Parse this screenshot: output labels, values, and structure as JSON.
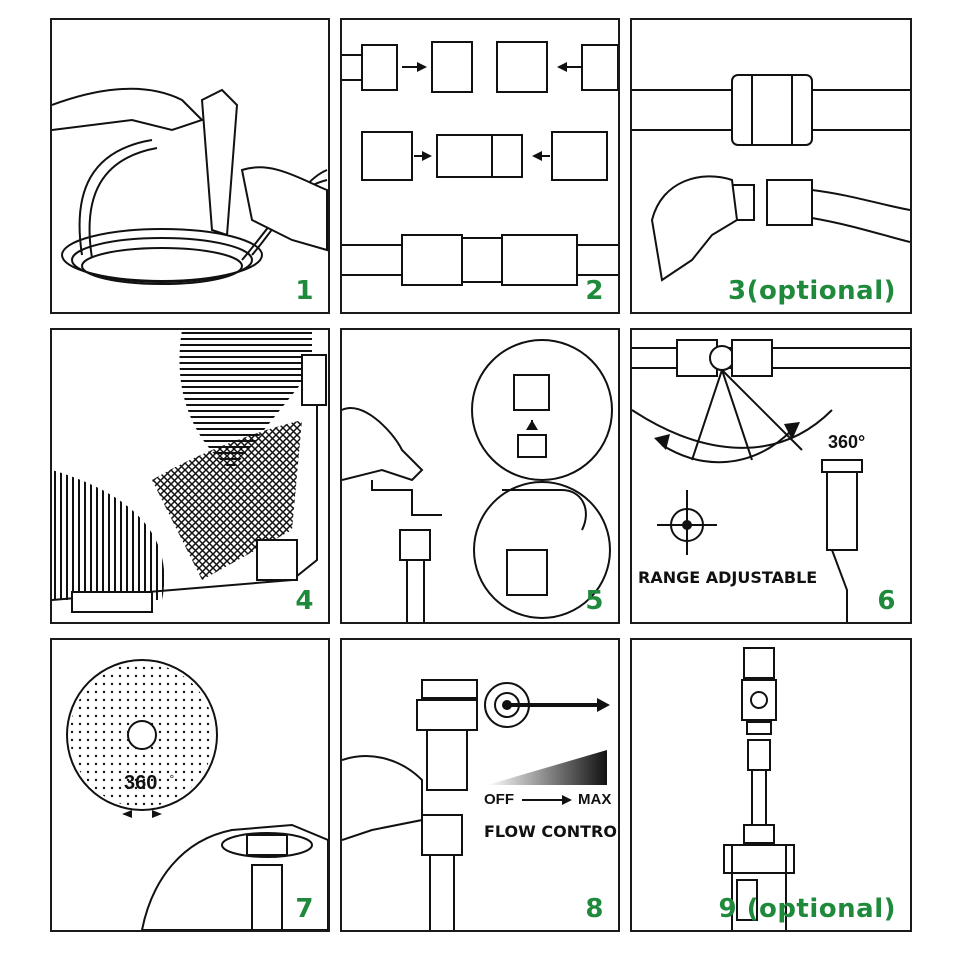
{
  "steps": {
    "s1": "1",
    "s2": "2",
    "s3": "3(optional)",
    "s4": "4",
    "s5": "5",
    "s6": "6",
    "s7": "7",
    "s8": "8",
    "s9": "9 (optional)"
  },
  "labels": {
    "rotation_360_p6": "360°",
    "range_adjustable": "RANGE ADJUSTABLE",
    "rotation_360_p7": "360",
    "degree": "°",
    "off": "OFF",
    "max": "MAX",
    "flow_control": "FLOW CONTROL"
  },
  "colors": {
    "step_number": "#1f8a3c",
    "line": "#111111"
  }
}
